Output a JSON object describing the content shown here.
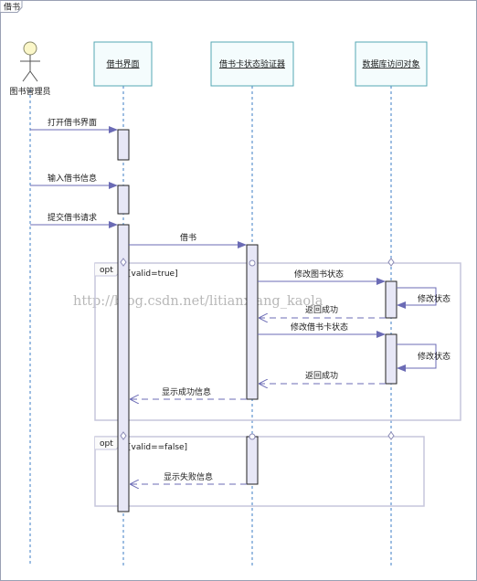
{
  "diagram": {
    "frame_title": "借书",
    "actor": {
      "label": "图书管理员"
    },
    "lifelines": [
      {
        "id": "ui",
        "label": "借书界面"
      },
      {
        "id": "validator",
        "label": "借书卡状态验证器"
      },
      {
        "id": "dao",
        "label": "数据库访问对象"
      }
    ],
    "messages": [
      {
        "id": "m1",
        "label": "打开借书界面",
        "kind": "sync",
        "from": "actor",
        "to": "ui"
      },
      {
        "id": "m2",
        "label": "输入借书信息",
        "kind": "sync",
        "from": "actor",
        "to": "ui"
      },
      {
        "id": "m3",
        "label": "提交借书请求",
        "kind": "sync",
        "from": "actor",
        "to": "ui"
      },
      {
        "id": "m4",
        "label": "借书",
        "kind": "sync",
        "from": "ui",
        "to": "validator"
      },
      {
        "id": "m5",
        "label": "修改图书状态",
        "kind": "sync",
        "from": "validator",
        "to": "dao"
      },
      {
        "id": "m6",
        "label": "修改状态",
        "kind": "self",
        "from": "dao",
        "to": "dao"
      },
      {
        "id": "m7",
        "label": "返回成功",
        "kind": "return",
        "from": "dao",
        "to": "validator"
      },
      {
        "id": "m8",
        "label": "修改借书卡状态",
        "kind": "sync",
        "from": "validator",
        "to": "dao"
      },
      {
        "id": "m9",
        "label": "修改状态",
        "kind": "self",
        "from": "dao",
        "to": "dao"
      },
      {
        "id": "m10",
        "label": "返回成功",
        "kind": "return",
        "from": "dao",
        "to": "validator"
      },
      {
        "id": "m11",
        "label": "显示成功信息",
        "kind": "return",
        "from": "validator",
        "to": "ui"
      },
      {
        "id": "m12",
        "label": "显示失败信息",
        "kind": "return",
        "from": "validator",
        "to": "ui"
      }
    ],
    "fragments": [
      {
        "id": "f1",
        "operator": "opt",
        "guard": "[valid=true]"
      },
      {
        "id": "f2",
        "operator": "opt",
        "guard": "[valid==false]"
      }
    ],
    "watermark": "http://blog.csdn.net/litianxiang_kaola"
  }
}
